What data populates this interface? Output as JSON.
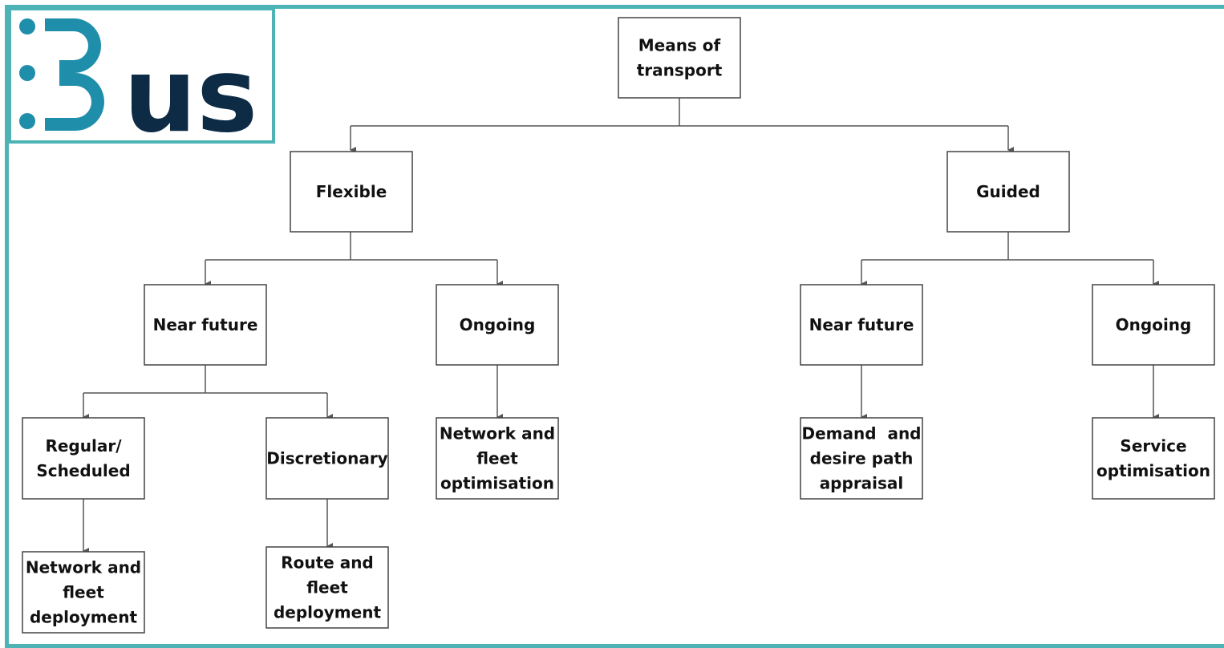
{
  "logo": {
    "text": "us",
    "colors": {
      "accent": "#1f8eaa",
      "dark": "#0d2b45",
      "frame": "#4db3b5"
    }
  },
  "nodes": {
    "root": [
      "Means of",
      "transport"
    ],
    "flexible": [
      "Flexible"
    ],
    "guided": [
      "Guided"
    ],
    "flex_near": [
      "Near future"
    ],
    "flex_ongoing": [
      "Ongoing"
    ],
    "guided_near": [
      "Near future"
    ],
    "guided_ongoing": [
      "Ongoing"
    ],
    "regular": [
      "Regular/",
      "Scheduled"
    ],
    "discretionary": [
      "Discretionary"
    ],
    "network_fleet_opt": [
      "Network and",
      "fleet",
      "optimisation"
    ],
    "demand_desire": [
      "Demand  and",
      "desire path",
      "appraisal"
    ],
    "service_opt": [
      "Service",
      "optimisation"
    ],
    "network_fleet_dep": [
      "Network and",
      "fleet",
      "deployment"
    ],
    "route_fleet_dep": [
      "Route and",
      "fleet",
      "deployment"
    ]
  }
}
